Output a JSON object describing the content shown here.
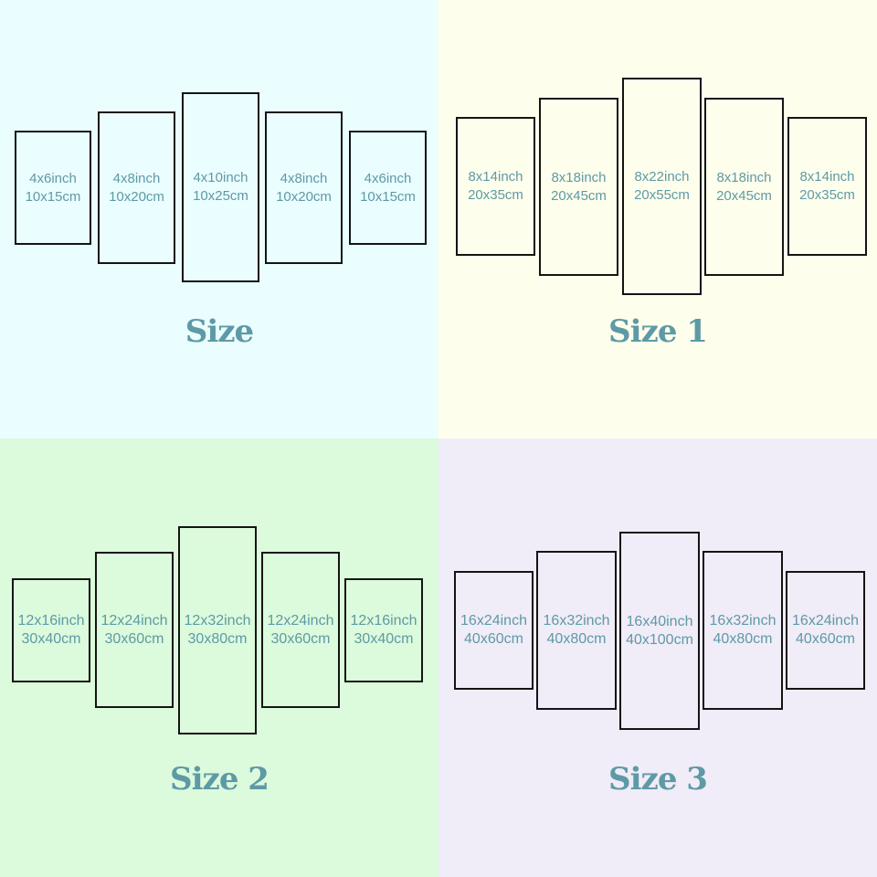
{
  "colors": {
    "label_text": "#5e9aa6",
    "panel_border": "#141414"
  },
  "quadrants": [
    {
      "title": "Size",
      "background": "#eafdff",
      "panels": [
        {
          "inch": "4x6inch",
          "cm": "10x15cm"
        },
        {
          "inch": "4x8inch",
          "cm": "10x20cm"
        },
        {
          "inch": "4x10inch",
          "cm": "10x25cm"
        },
        {
          "inch": "4x8inch",
          "cm": "10x20cm"
        },
        {
          "inch": "4x6inch",
          "cm": "10x15cm"
        }
      ]
    },
    {
      "title": "Size 1",
      "background": "#fefeec",
      "panels": [
        {
          "inch": "8x14inch",
          "cm": "20x35cm"
        },
        {
          "inch": "8x18inch",
          "cm": "20x45cm"
        },
        {
          "inch": "8x22inch",
          "cm": "20x55cm"
        },
        {
          "inch": "8x18inch",
          "cm": "20x45cm"
        },
        {
          "inch": "8x14inch",
          "cm": "20x35cm"
        }
      ]
    },
    {
      "title": "Size 2",
      "background": "#dcfadc",
      "panels": [
        {
          "inch": "12x16inch",
          "cm": "30x40cm"
        },
        {
          "inch": "12x24inch",
          "cm": "30x60cm"
        },
        {
          "inch": "12x32inch",
          "cm": "30x80cm"
        },
        {
          "inch": "12x24inch",
          "cm": "30x60cm"
        },
        {
          "inch": "12x16inch",
          "cm": "30x40cm"
        }
      ]
    },
    {
      "title": "Size 3",
      "background": "#f0ecf8",
      "panels": [
        {
          "inch": "16x24inch",
          "cm": "40x60cm"
        },
        {
          "inch": "16x32inch",
          "cm": "40x80cm"
        },
        {
          "inch": "16x40inch",
          "cm": "40x100cm"
        },
        {
          "inch": "16x32inch",
          "cm": "40x80cm"
        },
        {
          "inch": "16x24inch",
          "cm": "40x60cm"
        }
      ]
    }
  ]
}
